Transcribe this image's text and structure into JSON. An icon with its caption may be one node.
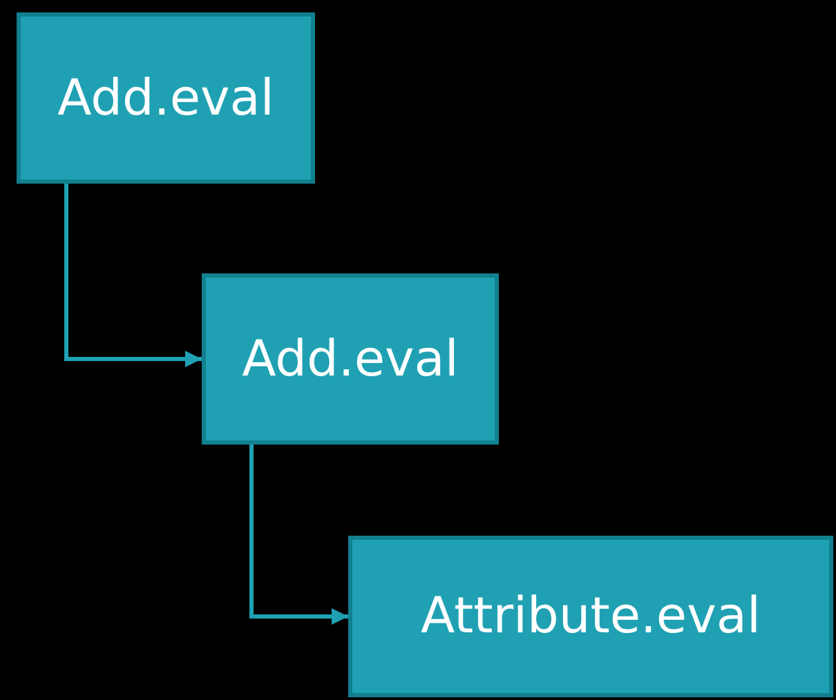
{
  "diagram": {
    "nodes": [
      {
        "text": [
          "Add.eval"
        ]
      },
      {
        "text": [
          "Add.eval"
        ]
      },
      {
        "text": [
          "Attribute.eval"
        ]
      }
    ],
    "edges": [
      {
        "from": 0,
        "to": 1,
        "arrow": "to"
      },
      {
        "from": 1,
        "to": 2,
        "arrow": "to"
      }
    ]
  }
}
